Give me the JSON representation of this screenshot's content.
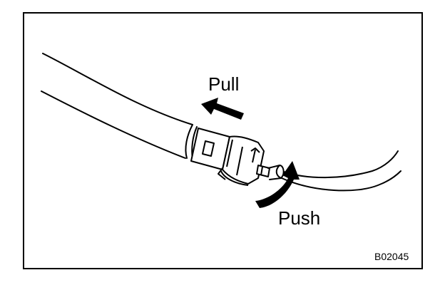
{
  "labels": {
    "pull": "Pull",
    "push": "Push",
    "figure_code": "B02045"
  },
  "colors": {
    "line": "#000000",
    "background": "#ffffff"
  }
}
